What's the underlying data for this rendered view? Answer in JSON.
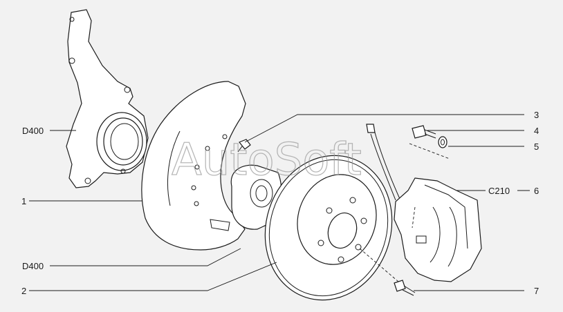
{
  "watermark": "AutoSoft",
  "labels": {
    "knuckle": "D400",
    "disc_shield": "1",
    "shield_code": "D400",
    "disc": "2",
    "screw": "3",
    "caliper_bolt": "4",
    "washer": "5",
    "caliper_code": "C210",
    "caliper": "6",
    "stud": "7"
  },
  "colors": {
    "background": "#f2f2f2",
    "line": "#1a1a1a",
    "watermark": "#9a9a9a"
  }
}
